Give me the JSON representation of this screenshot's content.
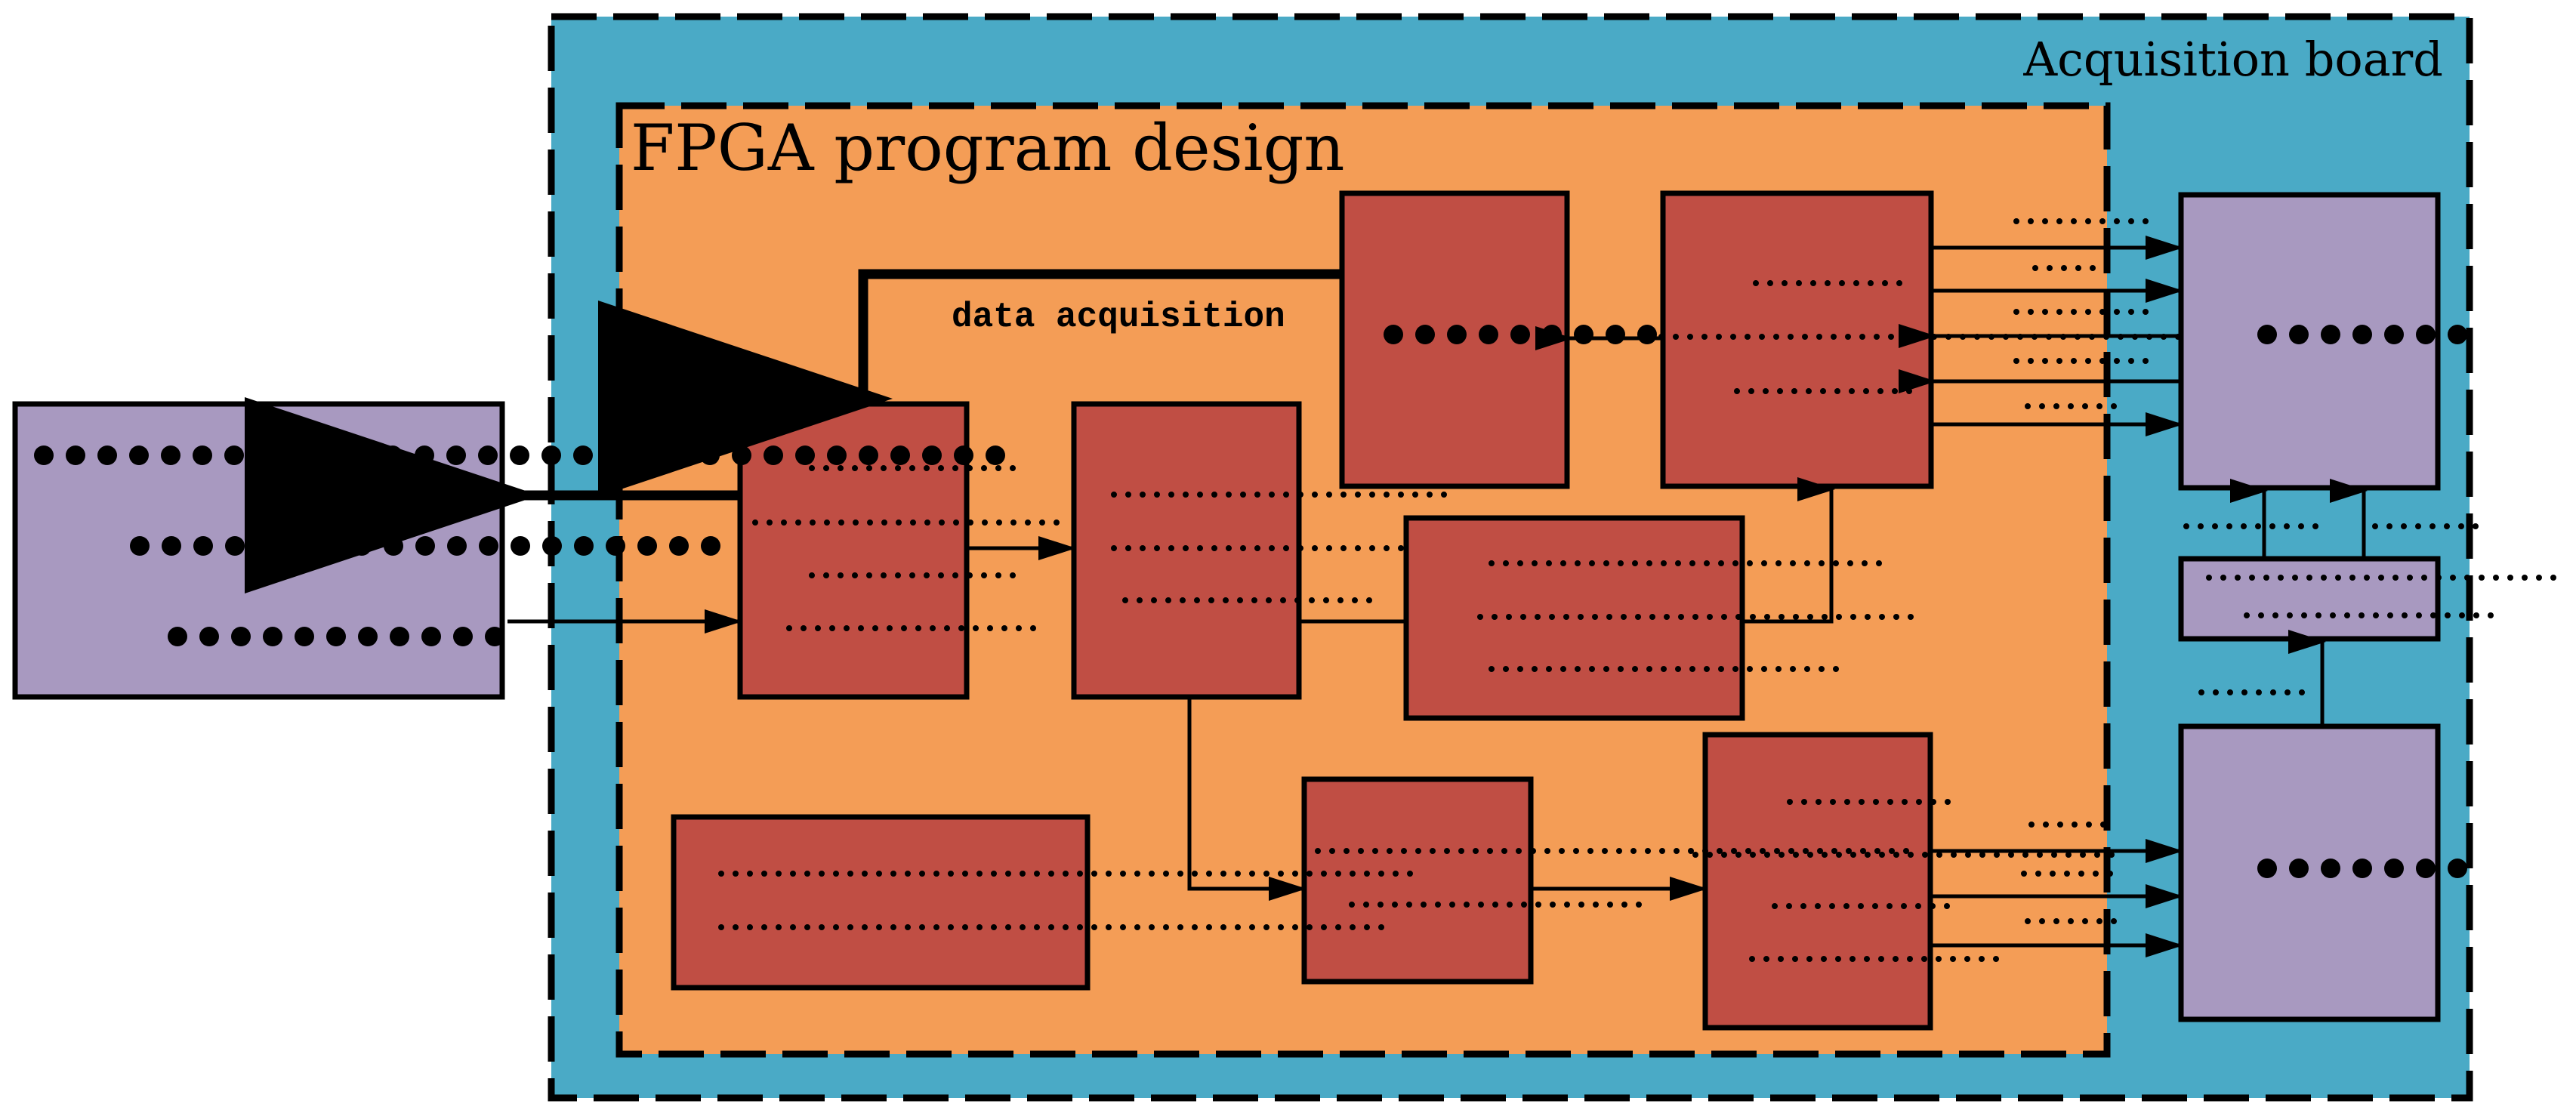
{
  "board": {
    "label": "Acquisition board",
    "color": "#4aaac6"
  },
  "fpga": {
    "label": "FPGA program design",
    "color": "#f49d56"
  },
  "annotations": {
    "data_acquisition": "data acquisition"
  },
  "colors": {
    "module": "#c04e44",
    "external": "#a899c0"
  }
}
